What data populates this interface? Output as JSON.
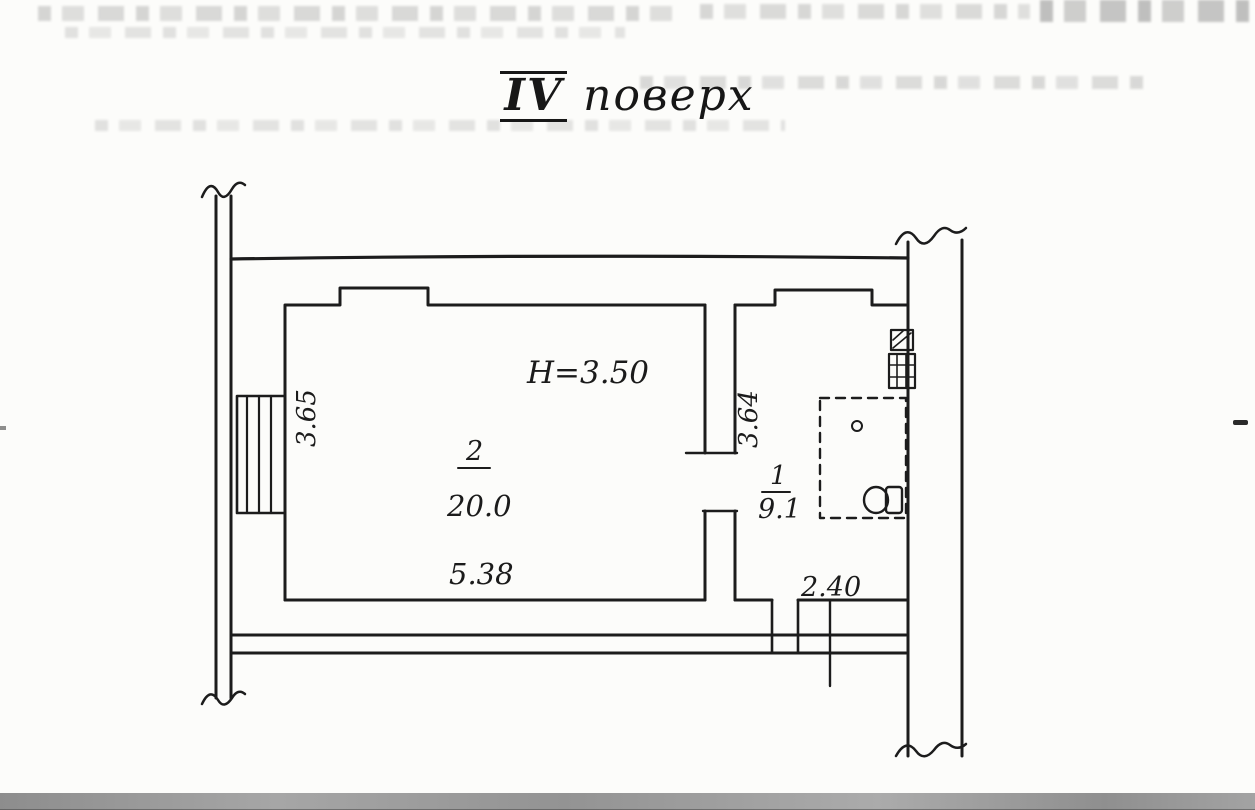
{
  "page": {
    "title": {
      "roman": "IV",
      "word": "поверх"
    }
  },
  "plan": {
    "ceiling_height_label": "H=3.50",
    "rooms": [
      {
        "number": "2",
        "area": "20.0",
        "width_label": "5.38",
        "depth_label": "3.65"
      },
      {
        "number": "1",
        "area": "9.1",
        "width_label": "2.40",
        "depth_label": "3.64"
      }
    ]
  }
}
